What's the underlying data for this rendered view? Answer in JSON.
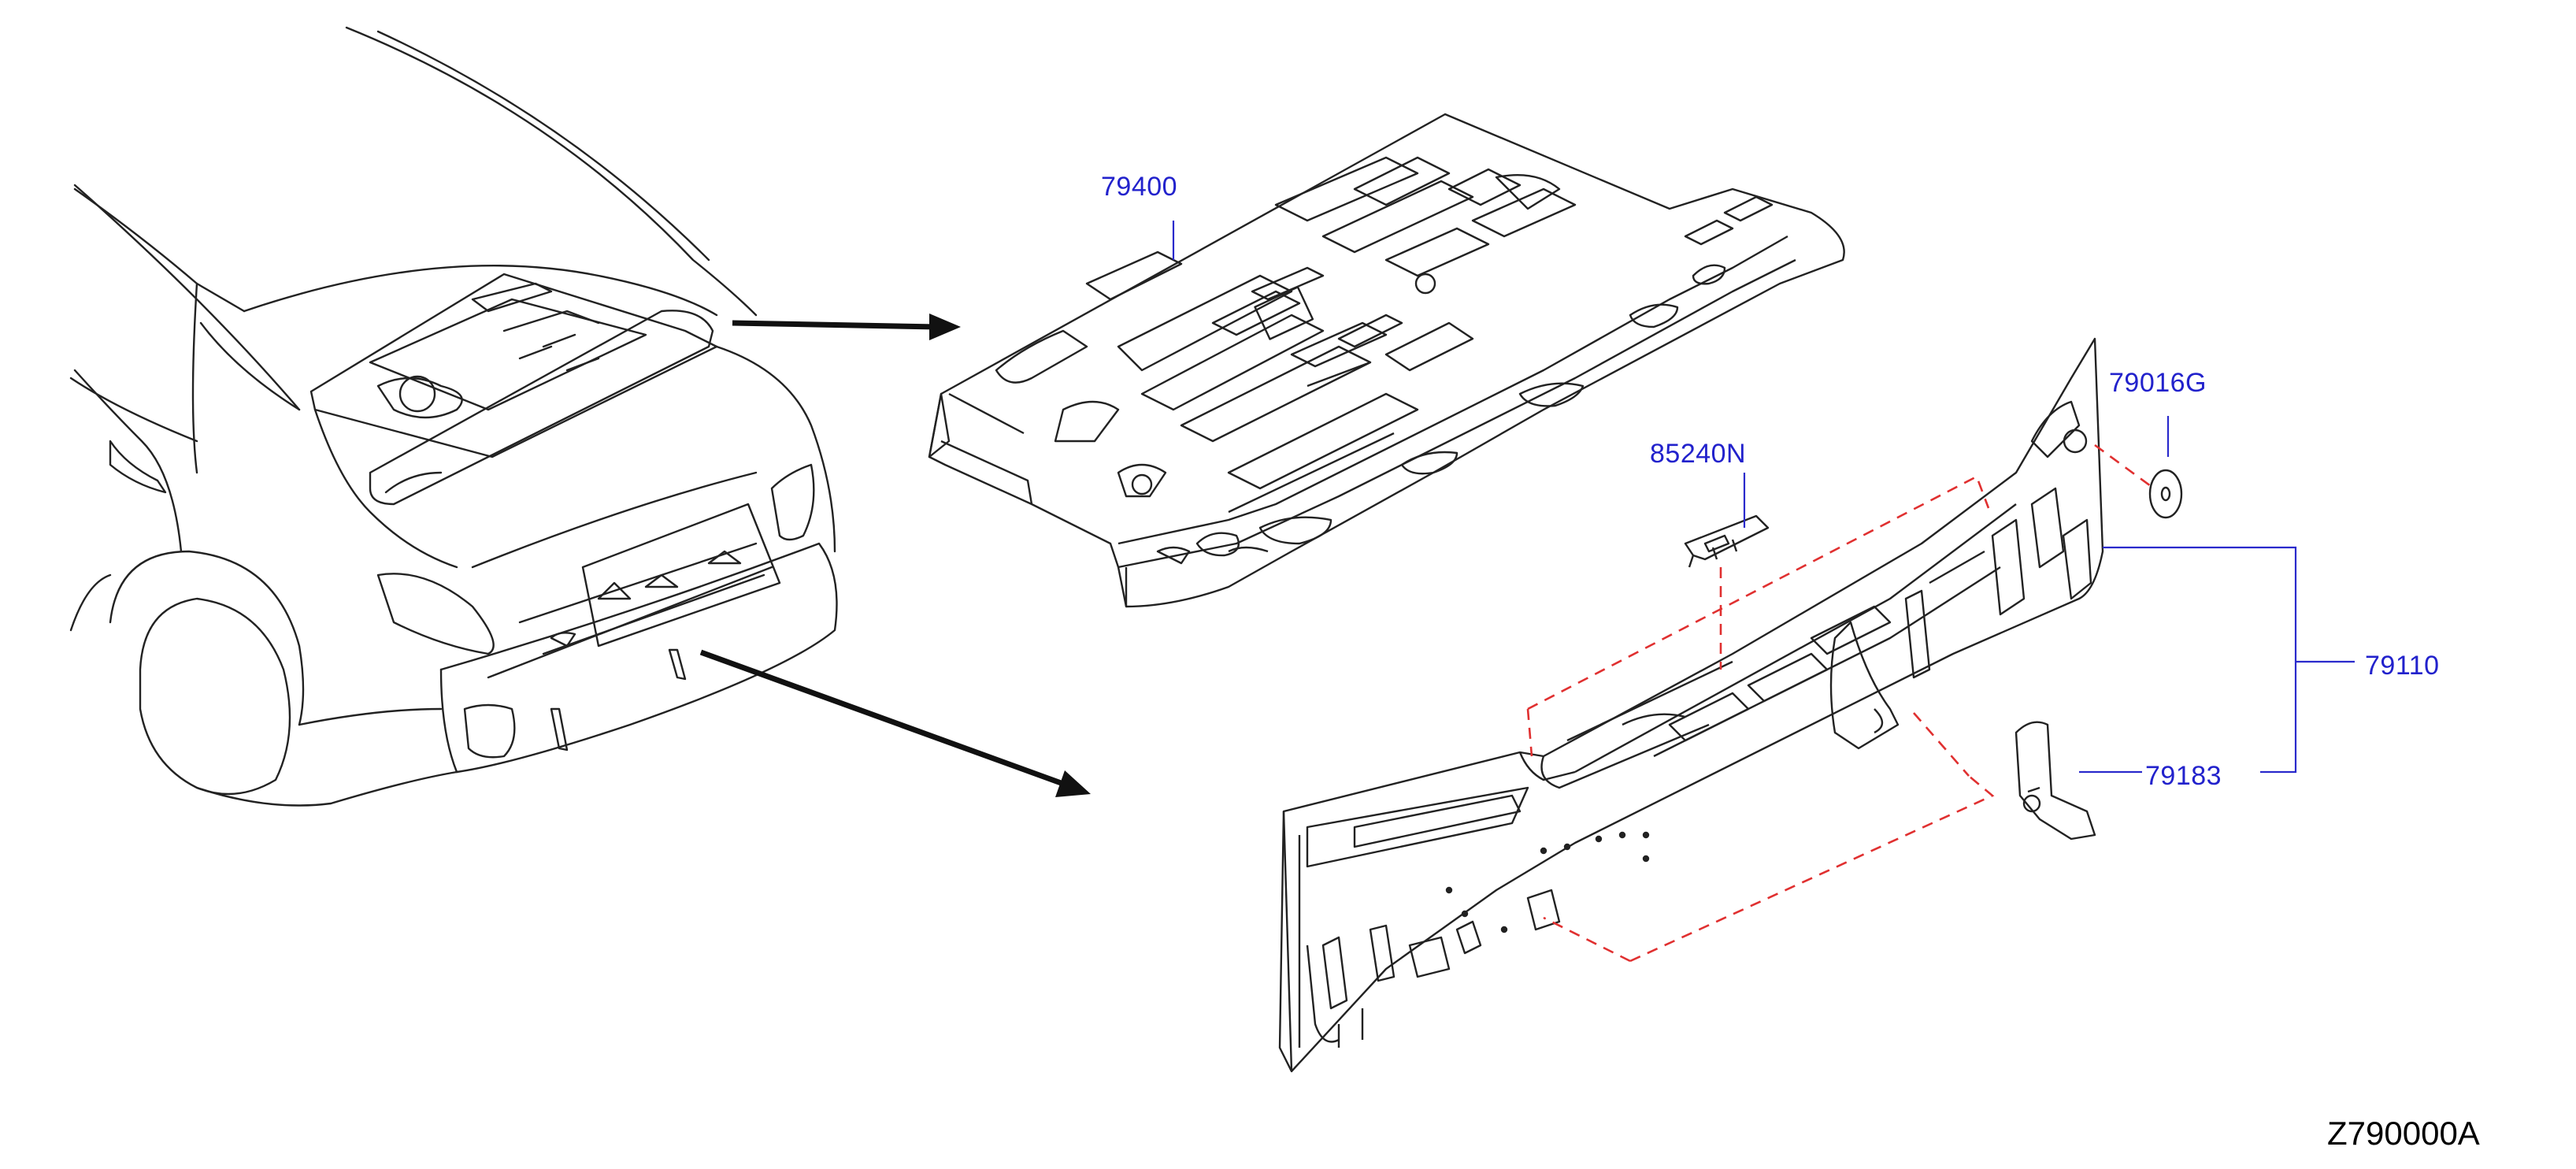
{
  "diagram": {
    "code": "Z790000A",
    "callouts": [
      {
        "id": "rear-parcel-shelf",
        "label": "79400"
      },
      {
        "id": "rear-panel-reinforcement",
        "label": "85240N"
      },
      {
        "id": "grommet",
        "label": "79016G"
      },
      {
        "id": "rear-panel",
        "label": "79110"
      },
      {
        "id": "bracket",
        "label": "79183"
      }
    ],
    "colors": {
      "line": "#222222",
      "callout": "#2222cc",
      "phantom": "#e03030",
      "background": "#ffffff"
    }
  }
}
